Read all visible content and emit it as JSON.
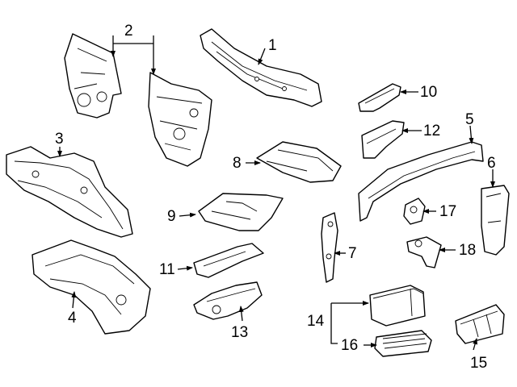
{
  "colors": {
    "line": "#000000",
    "background": "#ffffff"
  },
  "callouts": {
    "c1": "1",
    "c2": "2",
    "c3": "3",
    "c4": "4",
    "c5": "5",
    "c6": "6",
    "c7": "7",
    "c8": "8",
    "c9": "9",
    "c10": "10",
    "c11": "11",
    "c12": "12",
    "c13": "13",
    "c14": "14",
    "c15": "15",
    "c16": "16",
    "c17": "17",
    "c18": "18"
  }
}
